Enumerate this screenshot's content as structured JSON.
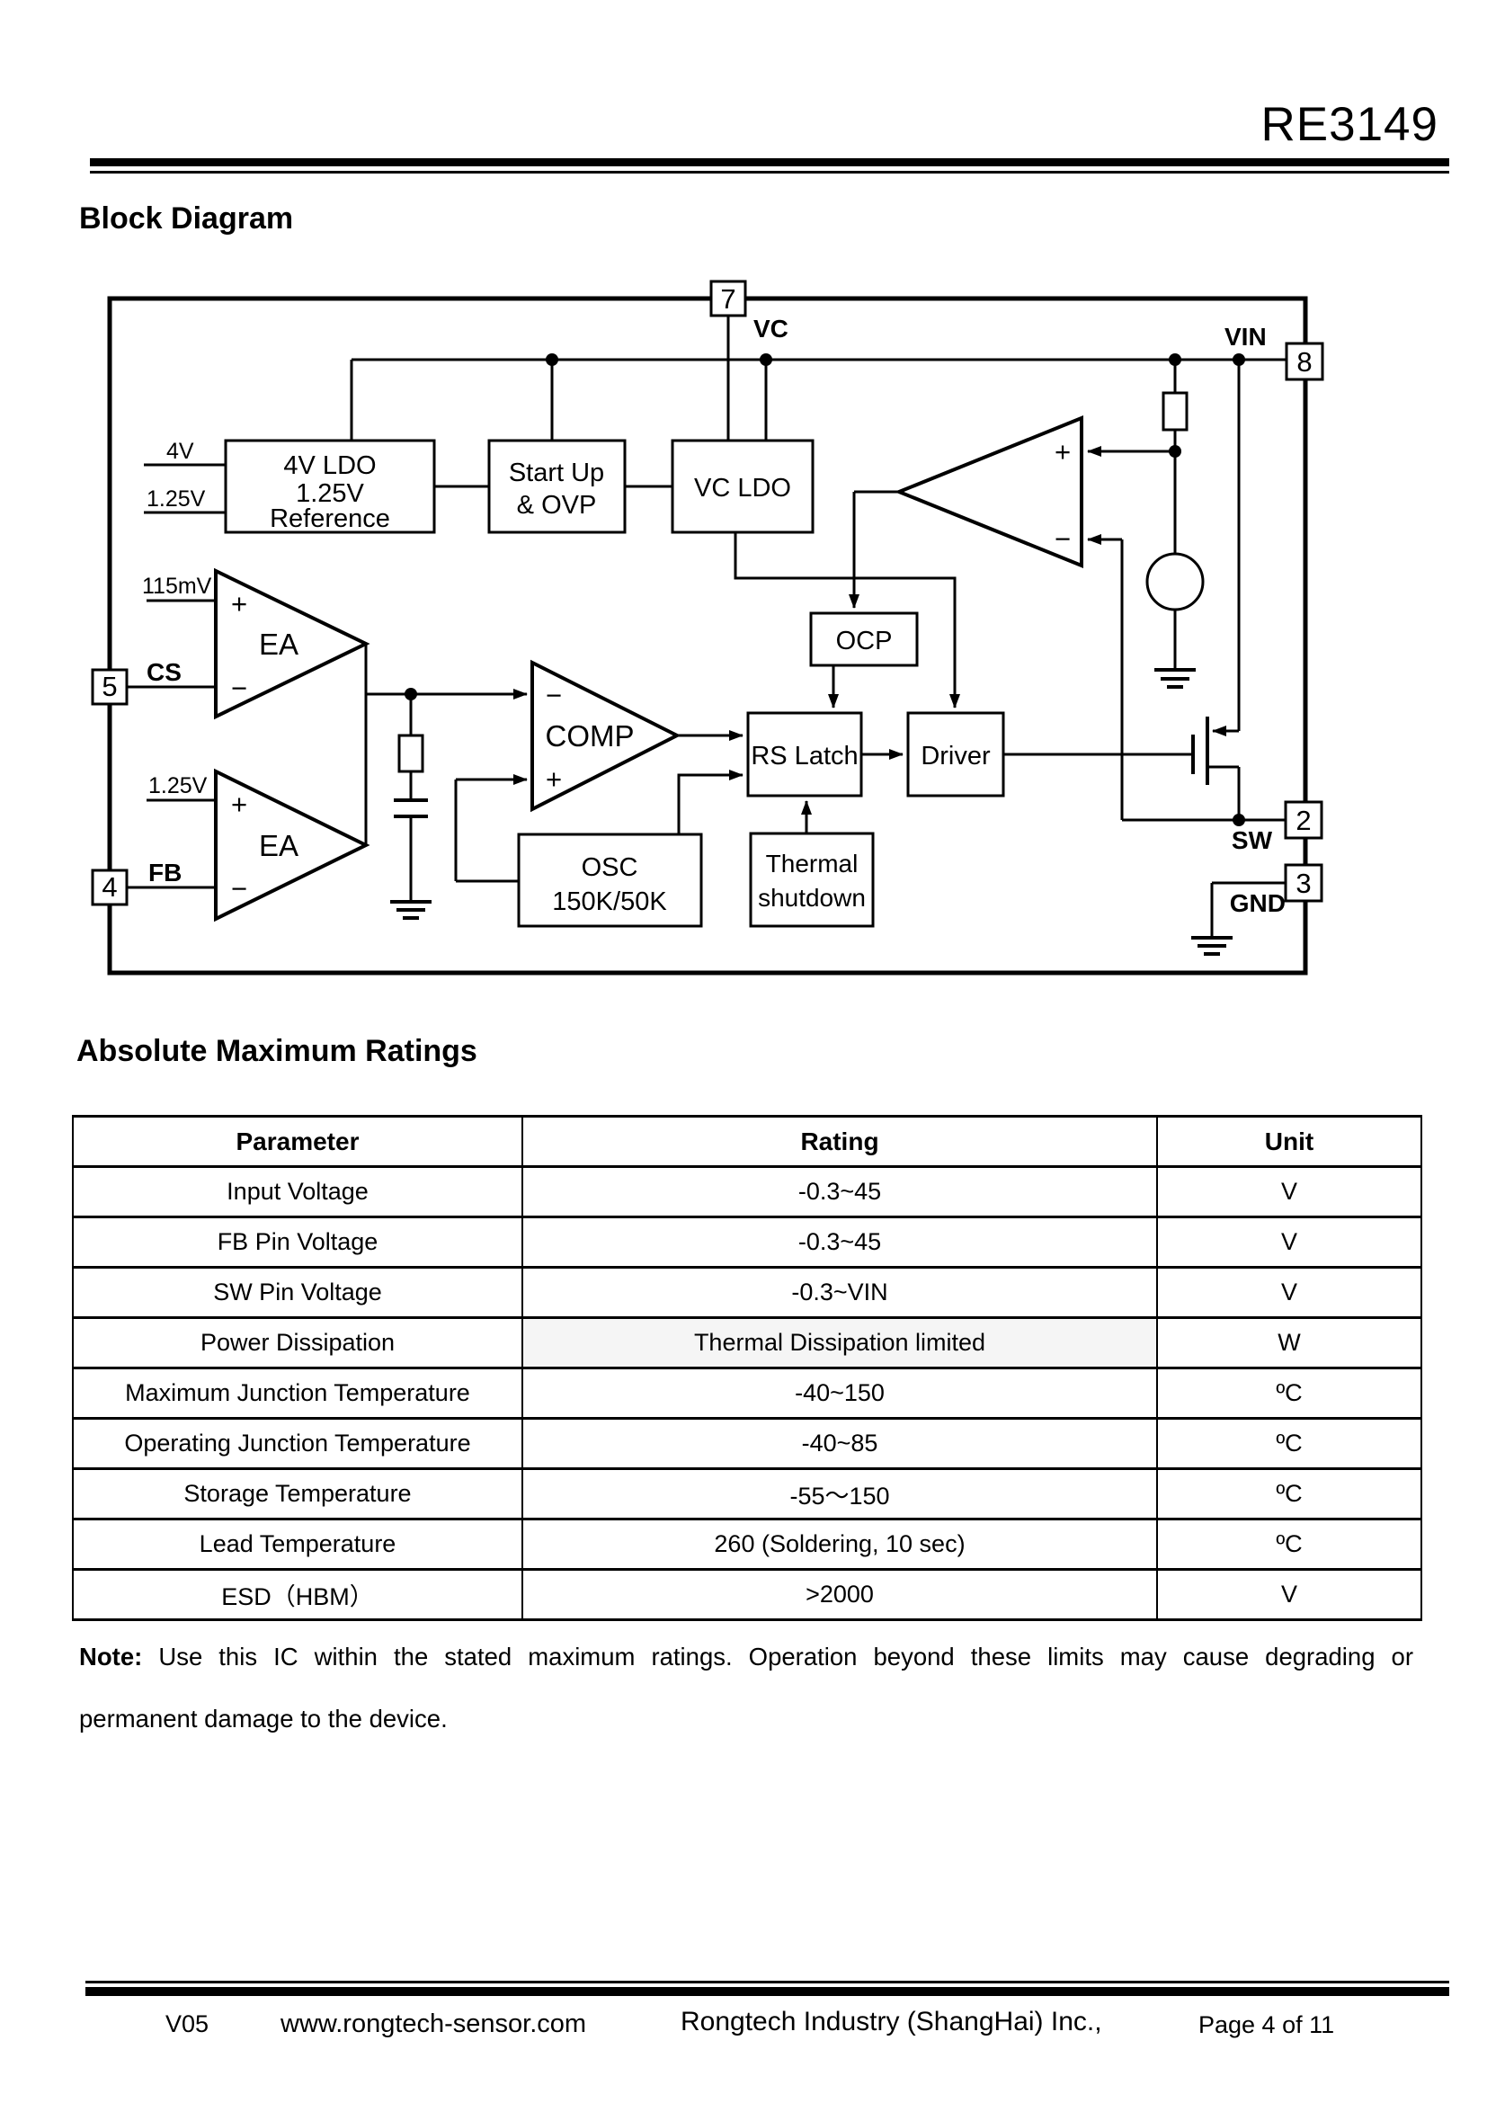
{
  "page": {
    "title": "RE3149"
  },
  "sections": {
    "block_diagram": "Block Diagram",
    "abs_max": "Absolute Maximum Ratings"
  },
  "diagram": {
    "pins": {
      "p7": "7",
      "p8": "8",
      "p5": "5",
      "p4": "4",
      "p2": "2",
      "p3": "3"
    },
    "labels": {
      "vc": "VC",
      "vin": "VIN",
      "cs": "CS",
      "fb": "FB",
      "sw": "SW",
      "gnd": "GND",
      "v4": "4V",
      "v125_top": "1.25V",
      "mv115": "115mV",
      "v125_bot": "1.25V",
      "plus": "+",
      "minus": "−"
    },
    "blocks": {
      "ldo_l1": "4V LDO",
      "ldo_l2": "1.25V",
      "ldo_l3": "Reference",
      "startup_l1": "Start Up",
      "startup_l2": "& OVP",
      "vcldo": "VC LDO",
      "ocp": "OCP",
      "rs_latch": "RS Latch",
      "driver": "Driver",
      "osc_l1": "OSC",
      "osc_l2": "150K/50K",
      "thermal_l1": "Thermal",
      "thermal_l2": "shutdown",
      "ea": "EA",
      "comp": "COMP"
    }
  },
  "table": {
    "headers": [
      "Parameter",
      "Rating",
      "Unit"
    ],
    "rows": [
      [
        "Input Voltage",
        "-0.3~45",
        "V"
      ],
      [
        "FB Pin Voltage",
        "-0.3~45",
        "V"
      ],
      [
        "SW Pin Voltage",
        "-0.3~VIN",
        "V"
      ],
      [
        "Power Dissipation",
        "Thermal Dissipation limited",
        "W"
      ],
      [
        "Maximum Junction Temperature",
        "-40~150",
        "ºC"
      ],
      [
        "Operating Junction Temperature",
        "-40~85",
        "ºC"
      ],
      [
        "Storage Temperature",
        "-55～150",
        "ºC"
      ],
      [
        "Lead Temperature",
        "260 (Soldering, 10 sec)",
        "ºC"
      ],
      [
        "ESD（HBM）",
        ">2000",
        "V"
      ]
    ]
  },
  "note": {
    "label": "Note:",
    "line1": "Use this IC within the stated maximum ratings. Operation beyond these limits may cause degrading or",
    "line2": "permanent damage to the device."
  },
  "footer": {
    "version": "V05",
    "website": "www.rongtech-sensor.com",
    "company": "Rongtech Industry (ShangHai) Inc.,",
    "page": "Page 4 of 11"
  }
}
